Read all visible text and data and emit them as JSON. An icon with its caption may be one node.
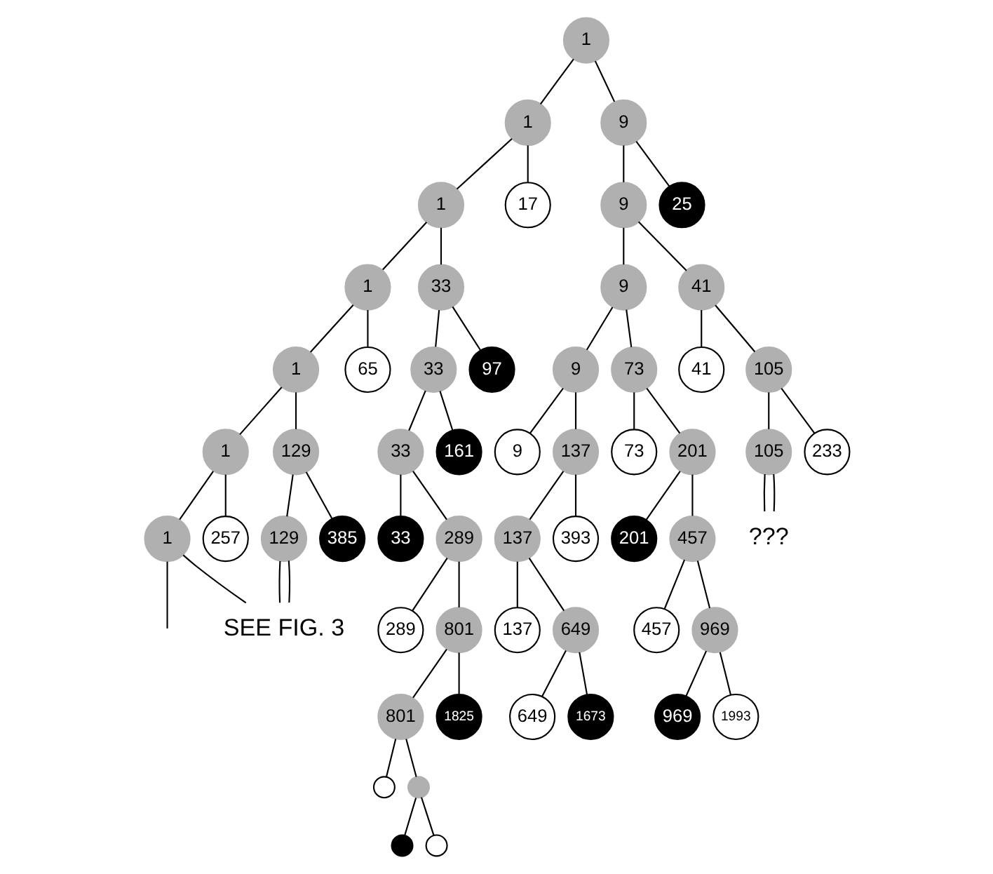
{
  "diagram": {
    "nodes": [
      {
        "text": [
          "1"
        ]
      },
      {
        "text": [
          "1"
        ]
      },
      {
        "text": [
          "9"
        ]
      },
      {
        "text": [
          "1"
        ]
      },
      {
        "text": [
          "17"
        ]
      },
      {
        "text": [
          "9"
        ]
      },
      {
        "text": [
          "25"
        ]
      },
      {
        "text": [
          "1"
        ]
      },
      {
        "text": [
          "33"
        ]
      },
      {
        "text": [
          "9"
        ]
      },
      {
        "text": [
          "41"
        ]
      },
      {
        "text": [
          "1"
        ]
      },
      {
        "text": [
          "65"
        ]
      },
      {
        "text": [
          "33"
        ]
      },
      {
        "text": [
          "97"
        ]
      },
      {
        "text": [
          "9"
        ]
      },
      {
        "text": [
          "73"
        ]
      },
      {
        "text": [
          "41"
        ]
      },
      {
        "text": [
          "105"
        ]
      },
      {
        "text": [
          "1"
        ]
      },
      {
        "text": [
          "129"
        ]
      },
      {
        "text": [
          "33"
        ]
      },
      {
        "text": [
          "161"
        ]
      },
      {
        "text": [
          "9"
        ]
      },
      {
        "text": [
          "137"
        ]
      },
      {
        "text": [
          "73"
        ]
      },
      {
        "text": [
          "201"
        ]
      },
      {
        "text": [
          "105"
        ]
      },
      {
        "text": [
          "233"
        ]
      },
      {
        "text": [
          "1"
        ]
      },
      {
        "text": [
          "257"
        ]
      },
      {
        "text": [
          "129"
        ]
      },
      {
        "text": [
          "385"
        ]
      },
      {
        "text": [
          "33"
        ]
      },
      {
        "text": [
          "289"
        ]
      },
      {
        "text": [
          "137"
        ]
      },
      {
        "text": [
          "393"
        ]
      },
      {
        "text": [
          "201"
        ]
      },
      {
        "text": [
          "457"
        ]
      },
      {
        "text": [
          "???"
        ]
      },
      {
        "text": [
          "SEE FIG. 3"
        ]
      },
      {
        "text": [
          "289"
        ]
      },
      {
        "text": [
          "801"
        ]
      },
      {
        "text": [
          "137"
        ]
      },
      {
        "text": [
          "649"
        ]
      },
      {
        "text": [
          "457"
        ]
      },
      {
        "text": [
          "969"
        ]
      },
      {
        "text": [
          "801"
        ]
      },
      {
        "text": [
          "1825"
        ]
      },
      {
        "text": [
          "649"
        ]
      },
      {
        "text": [
          "1673"
        ]
      },
      {
        "text": [
          "969"
        ]
      },
      {
        "text": [
          "1993"
        ]
      },
      {
        "text": [],
        "shape": "circle"
      },
      {
        "text": [],
        "shape": "circle"
      },
      {
        "text": [],
        "shape": "circle"
      },
      {
        "text": [],
        "shape": "circle"
      }
    ],
    "edges": [
      {
        "from": 0,
        "to": 1,
        "arrow": "none"
      },
      {
        "from": 0,
        "to": 2,
        "arrow": "none"
      },
      {
        "from": 1,
        "to": 3,
        "arrow": "none"
      },
      {
        "from": 1,
        "to": 4,
        "arrow": "none"
      },
      {
        "from": 2,
        "to": 5,
        "arrow": "none"
      },
      {
        "from": 2,
        "to": 6,
        "arrow": "none"
      },
      {
        "from": 3,
        "to": 7,
        "arrow": "none"
      },
      {
        "from": 3,
        "to": 8,
        "arrow": "none"
      },
      {
        "from": 5,
        "to": 9,
        "arrow": "none"
      },
      {
        "from": 5,
        "to": 10,
        "arrow": "none"
      },
      {
        "from": 7,
        "to": 11,
        "arrow": "none"
      },
      {
        "from": 7,
        "to": 12,
        "arrow": "none"
      },
      {
        "from": 8,
        "to": 13,
        "arrow": "none"
      },
      {
        "from": 8,
        "to": 14,
        "arrow": "none"
      },
      {
        "from": 9,
        "to": 15,
        "arrow": "none"
      },
      {
        "from": 9,
        "to": 16,
        "arrow": "none"
      },
      {
        "from": 10,
        "to": 17,
        "arrow": "none"
      },
      {
        "from": 10,
        "to": 18,
        "arrow": "none"
      },
      {
        "from": 11,
        "to": 19,
        "arrow": "none"
      },
      {
        "from": 11,
        "to": 20,
        "arrow": "none"
      },
      {
        "from": 13,
        "to": 21,
        "arrow": "none"
      },
      {
        "from": 13,
        "to": 22,
        "arrow": "none"
      },
      {
        "from": 15,
        "to": 23,
        "arrow": "none"
      },
      {
        "from": 15,
        "to": 24,
        "arrow": "none"
      },
      {
        "from": 16,
        "to": 25,
        "arrow": "none"
      },
      {
        "from": 16,
        "to": 26,
        "arrow": "none"
      },
      {
        "from": 18,
        "to": 27,
        "arrow": "none"
      },
      {
        "from": 18,
        "to": 28,
        "arrow": "none"
      },
      {
        "from": 19,
        "to": 29,
        "arrow": "none"
      },
      {
        "from": 19,
        "to": 30,
        "arrow": "none"
      },
      {
        "from": 20,
        "to": 31,
        "arrow": "none"
      },
      {
        "from": 20,
        "to": 32,
        "arrow": "none"
      },
      {
        "from": 21,
        "to": 33,
        "arrow": "none"
      },
      {
        "from": 21,
        "to": 34,
        "arrow": "none"
      },
      {
        "from": 24,
        "to": 35,
        "arrow": "none"
      },
      {
        "from": 24,
        "to": 36,
        "arrow": "none"
      },
      {
        "from": 26,
        "to": 37,
        "arrow": "none"
      },
      {
        "from": 26,
        "to": 38,
        "arrow": "none"
      },
      {
        "from": 27,
        "to": 39,
        "arrow": "none"
      },
      {
        "from": 27,
        "to": 39,
        "arrow": "none"
      },
      {
        "from": 29,
        "to": null,
        "arrow": "none"
      },
      {
        "from": 29,
        "to": 40,
        "arrow": "none"
      },
      {
        "from": 31,
        "to": 40,
        "arrow": "none"
      },
      {
        "from": 31,
        "to": 40,
        "arrow": "none"
      },
      {
        "from": 34,
        "to": 41,
        "arrow": "none"
      },
      {
        "from": 34,
        "to": 42,
        "arrow": "none"
      },
      {
        "from": 35,
        "to": 43,
        "arrow": "none"
      },
      {
        "from": 35,
        "to": 44,
        "arrow": "none"
      },
      {
        "from": 38,
        "to": 45,
        "arrow": "none"
      },
      {
        "from": 38,
        "to": 46,
        "arrow": "none"
      },
      {
        "from": 42,
        "to": 47,
        "arrow": "none"
      },
      {
        "from": 42,
        "to": 48,
        "arrow": "none"
      },
      {
        "from": 44,
        "to": 49,
        "arrow": "none"
      },
      {
        "from": 44,
        "to": 50,
        "arrow": "none"
      },
      {
        "from": 46,
        "to": 51,
        "arrow": "none"
      },
      {
        "from": 46,
        "to": 52,
        "arrow": "none"
      },
      {
        "from": 47,
        "to": 53,
        "arrow": "none"
      },
      {
        "from": 47,
        "to": 54,
        "arrow": "none"
      },
      {
        "from": 54,
        "to": 55,
        "arrow": "none"
      },
      {
        "from": 54,
        "to": 56,
        "arrow": "none"
      }
    ]
  }
}
